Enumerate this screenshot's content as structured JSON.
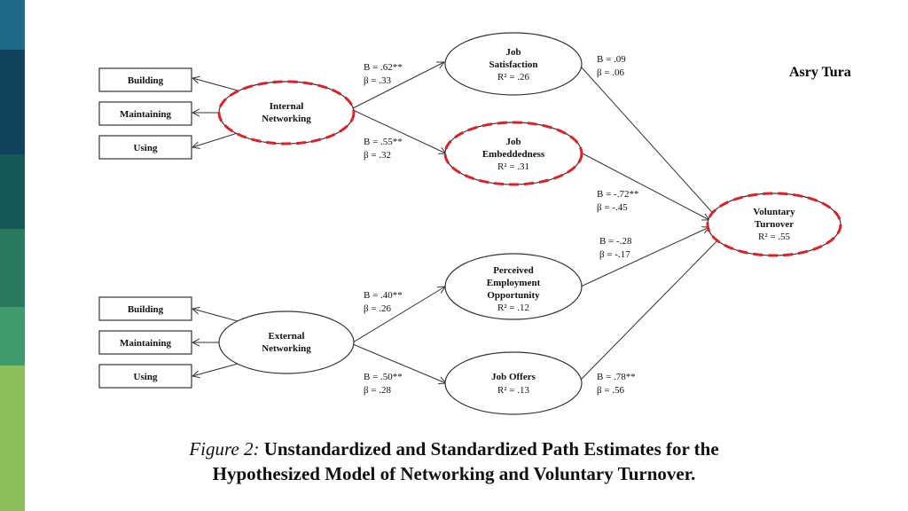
{
  "slide": {
    "author": "Asry Tura",
    "strip_colors": [
      "#1e6b87",
      "#12435c",
      "#155a56",
      "#2a7a5e",
      "#3f9a6c",
      "#8cbf5a"
    ]
  },
  "diagram": {
    "colors": {
      "line": "#333333",
      "dash": "#d9232b"
    },
    "boxes": {
      "int_building": "Building",
      "int_maintaining": "Maintaining",
      "int_using": "Using",
      "ext_building": "Building",
      "ext_maintaining": "Maintaining",
      "ext_using": "Using"
    },
    "nodes": {
      "internal": [
        "Internal",
        "Networking"
      ],
      "external": [
        "External",
        "Networking"
      ],
      "job_sat": [
        "Job",
        "Satisfaction",
        "R² = .26"
      ],
      "job_emb": [
        "Job",
        "Embeddedness",
        "R² = .31"
      ],
      "peo": [
        "Perceived",
        "Employment",
        "Opportunity",
        "R² = .12"
      ],
      "job_off": [
        "Job Offers",
        "R² = .13"
      ],
      "vt": [
        "Voluntary",
        "Turnover",
        "R² = .55"
      ]
    },
    "paths": {
      "int_sat": [
        "B = .62**",
        "β = .33"
      ],
      "int_emb": [
        "B = .55**",
        "β = .32"
      ],
      "ext_peo": [
        "B = .40**",
        "β = .26"
      ],
      "ext_off": [
        "B = .50**",
        "β = .28"
      ],
      "sat_vt": [
        "B = .09",
        "β = .06"
      ],
      "emb_vt": [
        "B = -.72**",
        "β = -.45"
      ],
      "peo_vt": [
        "B = -.28",
        "β = -.17"
      ],
      "off_vt": [
        "B = .78**",
        "β = .56"
      ]
    }
  },
  "caption": {
    "figure": "Figure 2:",
    "line1": "Unstandardized and Standardized Path Estimates for the",
    "line2": "Hypothesized Model of Networking and Voluntary Turnover."
  }
}
